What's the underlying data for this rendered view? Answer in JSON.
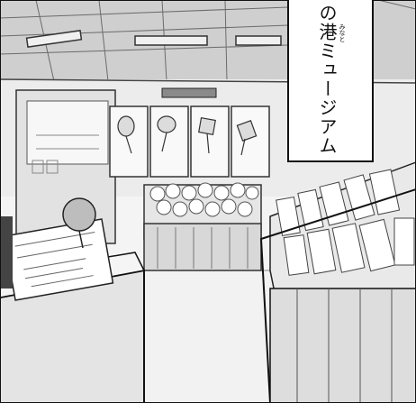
{
  "caption": {
    "text": "の港ミュージアム",
    "ruby": "みなと"
  },
  "scene": {
    "description_icon": "manga-shop-interior",
    "colors": {
      "ink": "#111111",
      "paper": "#ffffff",
      "tone": "#c8c8c8"
    }
  }
}
